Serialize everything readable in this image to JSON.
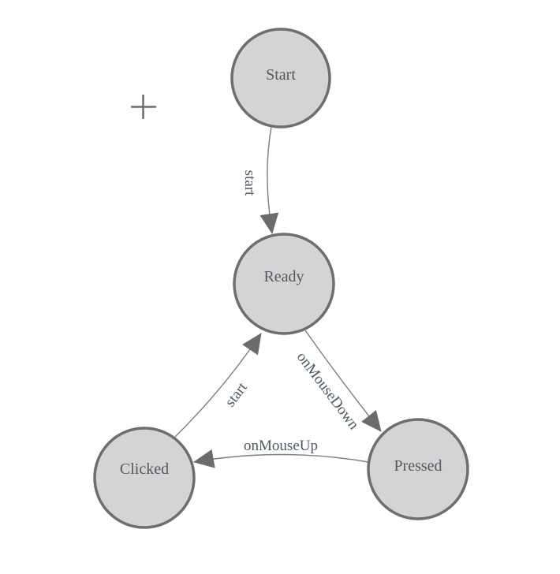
{
  "diagram": {
    "kind": "state-machine",
    "background": "#ffffff",
    "nodes": [
      {
        "id": "start",
        "label": "Start"
      },
      {
        "id": "ready",
        "label": "Ready"
      },
      {
        "id": "clicked",
        "label": "Clicked"
      },
      {
        "id": "pressed",
        "label": "Pressed"
      }
    ],
    "edges": [
      {
        "from": "start",
        "to": "ready",
        "label": "start"
      },
      {
        "from": "clicked",
        "to": "ready",
        "label": "start"
      },
      {
        "from": "ready",
        "to": "pressed",
        "label": "onMouseDown"
      },
      {
        "from": "pressed",
        "to": "clicked",
        "label": "onMouseUp"
      }
    ],
    "icons": [
      {
        "name": "plus-icon",
        "glyph": "+"
      }
    ],
    "colors": {
      "node_fill": "#d4d4d4",
      "node_stroke": "#6e6e6e",
      "edge_line": "#7d7d7d",
      "arrowhead": "#6b6b6b",
      "node_label": "#55585e",
      "edge_label": "#4f5763",
      "plus_icon": "#6b6b6b"
    }
  }
}
